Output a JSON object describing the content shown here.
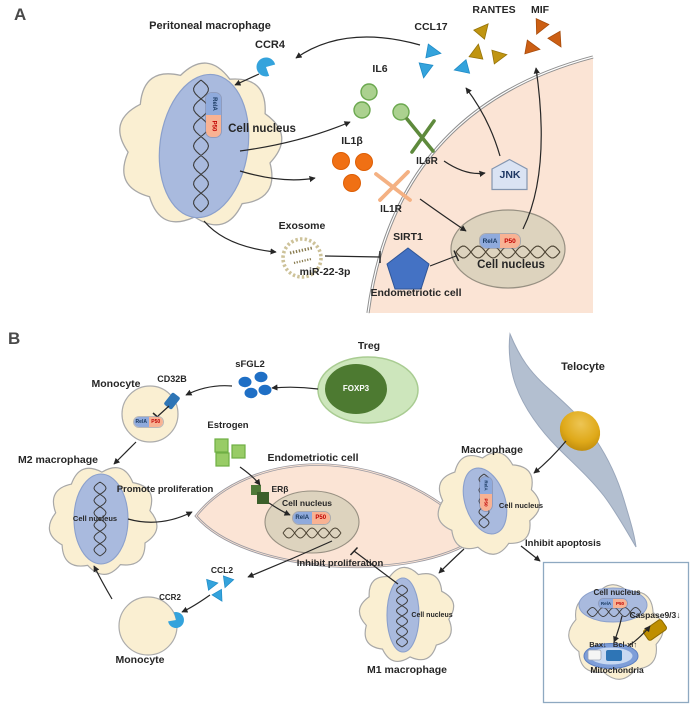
{
  "panels": {
    "a": "A",
    "b": "B"
  },
  "molecules": {
    "rela": "RelA",
    "p50": "P50"
  },
  "panel_a": {
    "peritoneal_macrophage": "Peritoneal macrophage",
    "ccr4": "CCR4",
    "cell_nucleus": "Cell nucleus",
    "il6": "IL6",
    "il1b": "IL1β",
    "ccl17": "CCL17",
    "rantes": "RANTES",
    "mif": "MIF",
    "il6r": "IL6R",
    "jnk": "JNK",
    "il1r": "IL1R",
    "sirt1": "SIRT1",
    "exosome": "Exosome",
    "mir_22_3p": "miR-22-3p",
    "endometriotic_cell": "Endometriotic cell",
    "endo_cell_nucleus": "Cell nucleus"
  },
  "panel_b": {
    "treg": "Treg",
    "foxp3": "FOXP3",
    "sfgl2": "sFGL2",
    "cd32b": "CD32B",
    "monocyte_top": "Monocyte",
    "m2_macrophage": "M2 macrophage",
    "m2_cell_nucleus": "Cell nucleus",
    "promote_proliferation": "Promote proliferation",
    "estrogen": "Estrogen",
    "erb": "ERβ",
    "endometriotic_cell": "Endometriotic cell",
    "endo_cell_nucleus": "Cell nucleus",
    "telocyte": "Telocyte",
    "macrophage": "Macrophage",
    "macrophage_cell_nucleus": "Cell nucleus",
    "inhibit_apoptosis": "Inhibit apoptosis",
    "ccl2": "CCL2",
    "ccr2": "CCR2",
    "monocyte_bottom": "Monocyte",
    "inhibit_proliferation": "Inhibit proliferation",
    "m1_macrophage": "M1 macrophage",
    "m1_cell_nucleus": "Cell nucleus",
    "apoptosis_box": {
      "cell_nucleus": "Cell nucleus",
      "caspase": "Caspase9/3↓",
      "bax": "Bax↓",
      "bcl_xl": "Bcl-xl↑",
      "mitochondria": "Mitochondria"
    }
  },
  "colors": {
    "cell_body": "#FAEFD2",
    "nucleus_blue": "#A9BADE",
    "endometriotic_pink": "#FBE4D5",
    "nucleus_taupe": "#DDD3BE",
    "il6_green": "#ABD18F",
    "il1b_orange": "#F07014",
    "ccl_blue": "#34A3DC",
    "rantes_olive": "#C09511",
    "mif_rust": "#CC5F14",
    "sirt1_blue": "#4472C4",
    "treg_green_dark": "#4D7A31",
    "sfgl2_blue": "#1F6FC5",
    "estrogen_green": "#98CC66",
    "telocyte_gray": "#B3BFD0",
    "telocyte_nucleus_gold": "#DFA919",
    "caspase_gold": "#BF8F00",
    "mitochondria_blue": "#7E9ED8",
    "pill_rela": "#8FAADC",
    "pill_p50": "#F8B293"
  }
}
